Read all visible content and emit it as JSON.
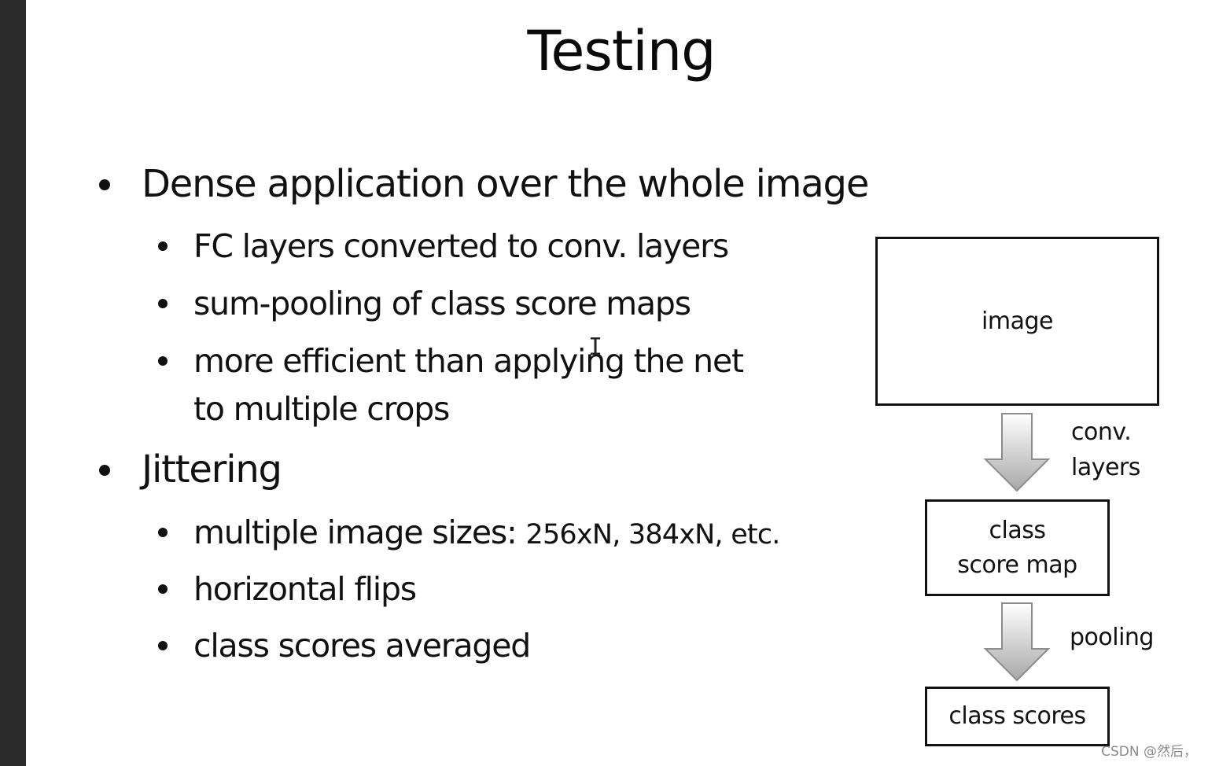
{
  "slide": {
    "title": "Testing",
    "bullets": [
      {
        "text": "Dense application over the whole image",
        "sub": [
          "FC layers converted to conv. layers",
          "sum-pooling of class score maps",
          "more efficient than applying the net",
          "to multiple crops"
        ]
      },
      {
        "text": "Jittering",
        "sub_prefix": "multiple image sizes: ",
        "sub_suffix": "256xN, 384xN, etc.",
        "sub": [
          "horizontal flips",
          "class scores averaged"
        ]
      }
    ]
  },
  "diagram": {
    "image_box": "image",
    "arrow1_line1": "conv.",
    "arrow1_line2": "layers",
    "map_line1": "class",
    "map_line2": "score map",
    "arrow2_label": "pooling",
    "scores_box": "class scores"
  },
  "overlay": {
    "cursor_icon": "text-cursor-icon",
    "watermark": "CSDN @然后，"
  },
  "colors": {
    "sidebar": "#2b2b2b",
    "arrow_fill_top": "#ffffff",
    "arrow_fill_bottom": "#a8a8a8",
    "text": "#111111"
  }
}
